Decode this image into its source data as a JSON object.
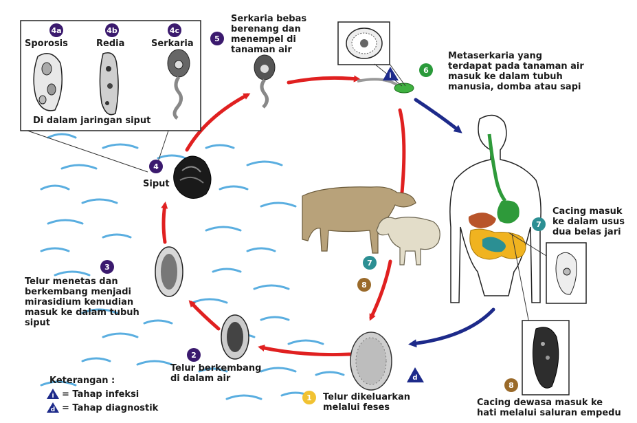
{
  "stages": {
    "s4a": {
      "badge": "4a",
      "label": "Sporosis"
    },
    "s4b": {
      "badge": "4b",
      "label": "Redia"
    },
    "s4c": {
      "badge": "4c",
      "label": "Serkaria"
    },
    "inset_caption": "Di dalam jaringan siput",
    "s5": {
      "badge": "5",
      "lines": [
        "Serkaria bebas",
        "berenang dan",
        "menempel di",
        "tanaman air"
      ]
    },
    "s6": {
      "badge": "6",
      "lines": [
        "Metaserkaria yang",
        "terdapat pada tanaman air",
        "masuk ke dalam tubuh",
        "manusia, domba atau sapi"
      ]
    },
    "s4": {
      "badge": "4",
      "label": "Siput"
    },
    "s3": {
      "badge": "3",
      "lines": [
        "Telur menetas dan",
        "berkembang menjadi",
        "mirasidium kemudian",
        "masuk ke dalam tubuh",
        "siput"
      ]
    },
    "s2": {
      "badge": "2",
      "lines": [
        "Telur berkembang",
        "di dalam air"
      ]
    },
    "s1": {
      "badge": "1",
      "lines": [
        "Telur dikeluarkan",
        "melalui feses"
      ]
    },
    "s7": {
      "badge": "7",
      "lines": [
        "Cacing masuk",
        "ke dalam usus",
        "dua belas jari"
      ]
    },
    "s8": {
      "badge": "8",
      "lines": [
        "Cacing dewasa masuk ke",
        "hati melalui saluran empedu"
      ]
    },
    "animals_badges": [
      "7",
      "8"
    ],
    "marker_i": "i",
    "marker_d": "d"
  },
  "legend": {
    "title": "Keterangan :",
    "items": [
      {
        "mark": "i",
        "text": "= Tahap infeksi"
      },
      {
        "mark": "d",
        "text": "= Tahap diagnostik"
      }
    ]
  },
  "colors": {
    "purple": "#3b1a6e",
    "green": "#2a9a3a",
    "teal": "#2c8f93",
    "brown": "#9a6a2a",
    "yellow": "#f1c232",
    "red_arrow": "#e02020",
    "blue_arrow": "#1d2a8a",
    "water": "#5aaee0"
  }
}
